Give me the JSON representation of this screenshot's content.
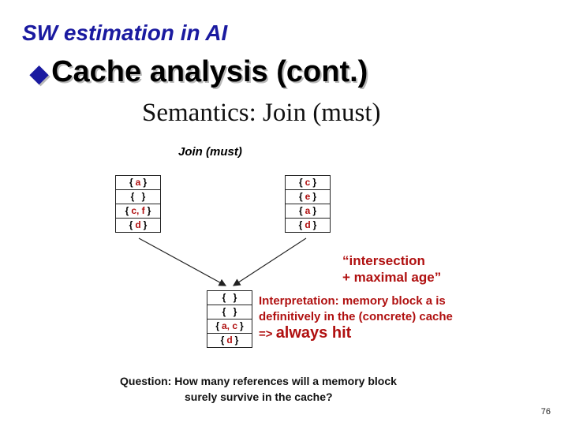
{
  "slide": {
    "title": "SW estimation in AI",
    "bullet_icon": "diamond-bullet-icon",
    "bullet_text": "Cache analysis (cont.)",
    "page_number": "76"
  },
  "figure": {
    "title": "Semantics: Join (must)",
    "join_label": "Join (must)",
    "left_cache": [
      {
        "open": "{",
        "value": "a",
        "close": "}"
      },
      {
        "open": "{",
        "value": " ",
        "close": "}"
      },
      {
        "open": "{",
        "value": "c, f",
        "close": "}"
      },
      {
        "open": "{",
        "value": "d",
        "close": "}"
      }
    ],
    "right_cache": [
      {
        "open": "{",
        "value": "c",
        "close": "}"
      },
      {
        "open": "{",
        "value": "e",
        "close": "}"
      },
      {
        "open": "{",
        "value": "a",
        "close": "}"
      },
      {
        "open": "{",
        "value": "d",
        "close": "}"
      }
    ],
    "result_cache": [
      {
        "open": "{",
        "value": " ",
        "close": "}"
      },
      {
        "open": "{",
        "value": " ",
        "close": "}"
      },
      {
        "open": "{",
        "value": "a, c",
        "close": "}"
      },
      {
        "open": "{",
        "value": "d",
        "close": "}"
      }
    ],
    "quote_line1": "“intersection",
    "quote_line2": "+ maximal age”",
    "interp_line1": "Interpretation: memory block a is",
    "interp_line2": "definitively in the (concrete) cache",
    "interp_prefix": "=> ",
    "interp_hit": "always hit",
    "question_line1": "Question: How many references will a memory block",
    "question_line2": "surely survive in the cache?"
  },
  "colors": {
    "title_blue": "#1a1aa0",
    "accent_red": "#b01010"
  }
}
